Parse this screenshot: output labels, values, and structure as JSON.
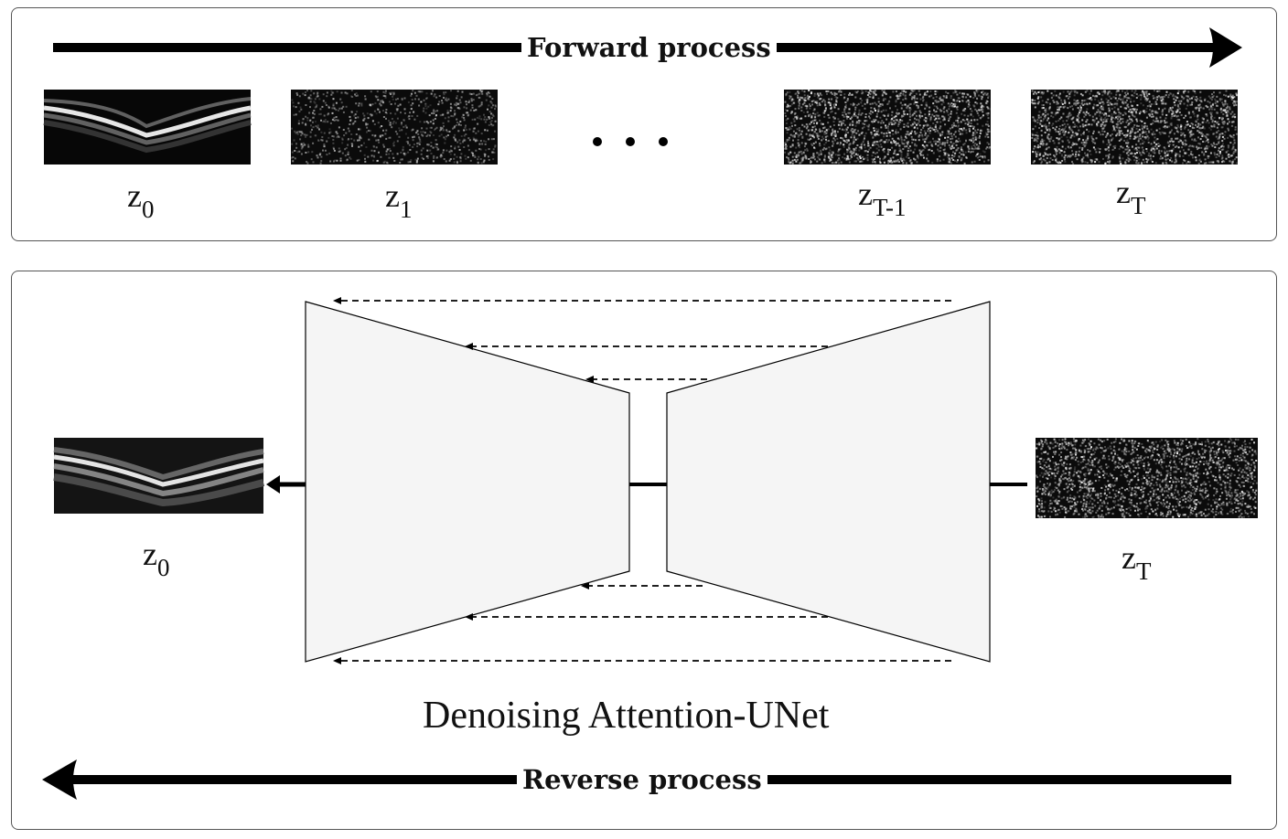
{
  "forward": {
    "label": "Forward process",
    "latents": [
      {
        "base": "z",
        "sub": "0",
        "kind": "oct-scan"
      },
      {
        "base": "z",
        "sub": "1",
        "kind": "noise-light"
      },
      {
        "base": "z",
        "sub": "T-1",
        "kind": "noise"
      },
      {
        "base": "z",
        "sub": "T",
        "kind": "noise"
      }
    ]
  },
  "reverse": {
    "label": "Reverse process",
    "network_title": "Denoising Attention-UNet",
    "output": {
      "base": "z",
      "sub": "0",
      "kind": "oct-scan"
    },
    "input": {
      "base": "z",
      "sub": "T",
      "kind": "noise"
    }
  },
  "colors": {
    "arrow": "#000000",
    "panel_border": "#555555",
    "unet_fill": "#f5f5f5",
    "image_bg": "#0b0b0b"
  }
}
